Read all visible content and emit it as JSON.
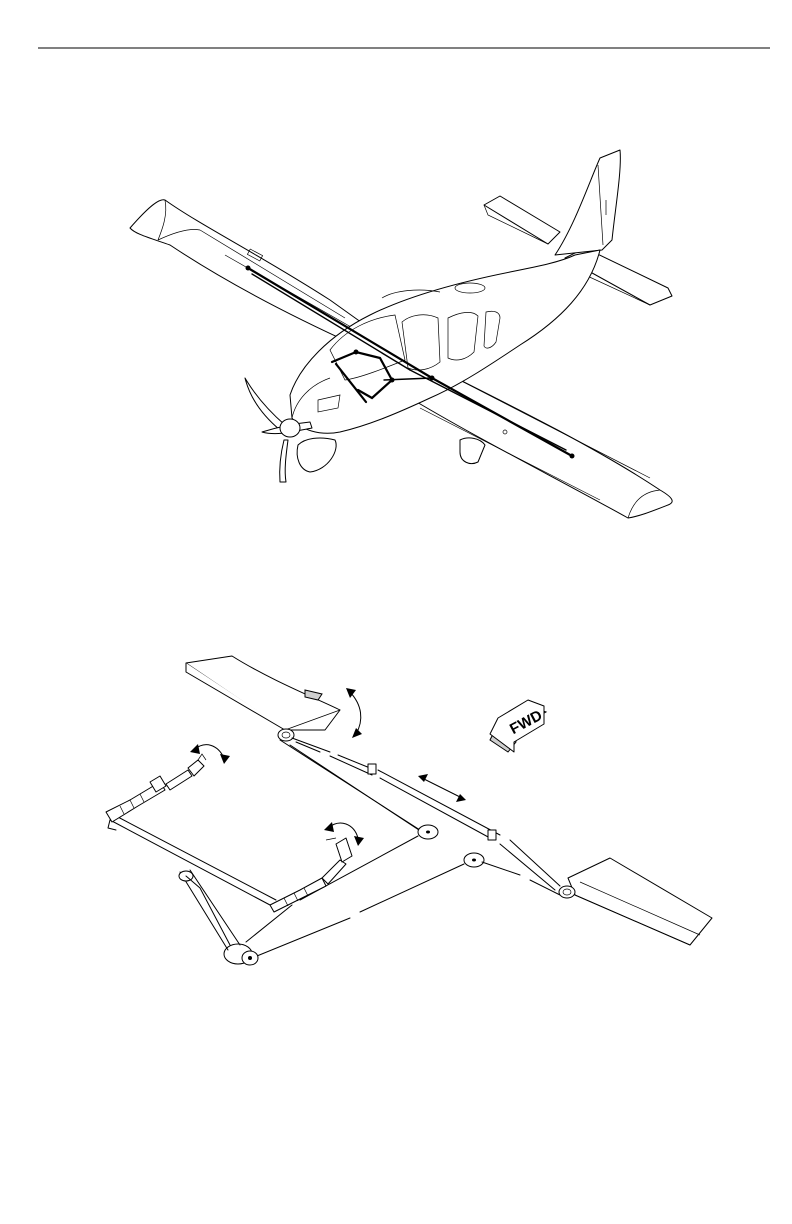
{
  "diagram": {
    "upper_figure": {
      "subject": "aircraft-isometric-view-aileron-cable-routing"
    },
    "lower_figure": {
      "subject": "aileron-control-linkage-schematic",
      "direction_indicator": {
        "label": "FWD",
        "icon": "forward-arrow-icon"
      }
    }
  },
  "page": {
    "top_rule": true,
    "background": "#ffffff",
    "ink": "#000000"
  }
}
